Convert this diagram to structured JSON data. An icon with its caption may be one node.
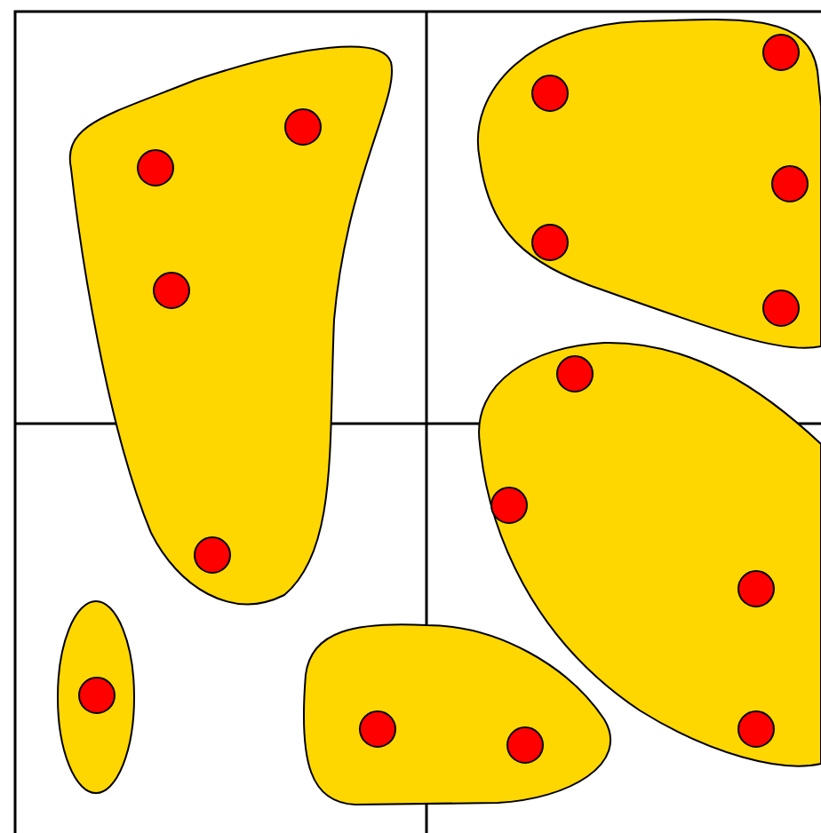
{
  "diagram": {
    "nodes": [
      {
        "text": [],
        "shape": "blob"
      },
      {
        "text": [],
        "shape": "circle",
        "in": 0
      },
      {
        "text": [],
        "shape": "circle",
        "in": 0
      },
      {
        "text": [],
        "shape": "circle",
        "in": 0
      },
      {
        "text": [],
        "shape": "circle",
        "in": 0
      },
      {
        "text": [],
        "shape": "blob"
      },
      {
        "text": [],
        "shape": "circle",
        "in": 5
      },
      {
        "text": [],
        "shape": "circle",
        "in": 5
      },
      {
        "text": [],
        "shape": "circle",
        "in": 5
      },
      {
        "text": [],
        "shape": "circle",
        "in": 5
      },
      {
        "text": [],
        "shape": "circle",
        "in": 5
      },
      {
        "text": [],
        "shape": "blob"
      },
      {
        "text": [],
        "shape": "circle",
        "in": 11
      },
      {
        "text": [],
        "shape": "circle",
        "in": 11
      },
      {
        "text": [],
        "shape": "circle",
        "in": 11
      },
      {
        "text": [],
        "shape": "circle",
        "in": 11
      },
      {
        "text": [],
        "shape": "ellipse"
      },
      {
        "text": [],
        "shape": "circle",
        "in": 16
      },
      {
        "text": [],
        "shape": "blob"
      },
      {
        "text": [],
        "shape": "circle",
        "in": 18
      },
      {
        "text": [],
        "shape": "circle",
        "in": 18
      }
    ]
  }
}
